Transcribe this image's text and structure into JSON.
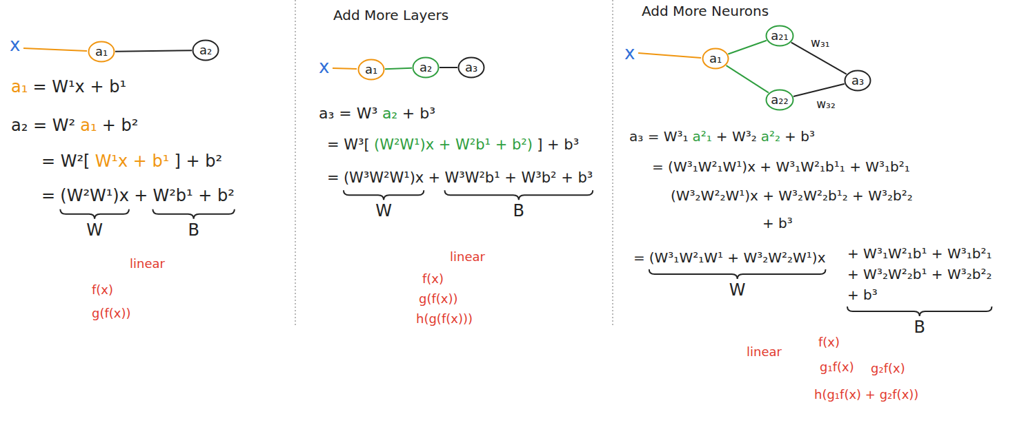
{
  "diagram": {
    "nodes": [
      {
        "text": [
          "a₁"
        ]
      },
      {
        "text": [
          "a₂"
        ]
      },
      {
        "text": [
          "a₁"
        ]
      },
      {
        "text": [
          "a₂"
        ]
      },
      {
        "text": [
          "a₃"
        ]
      },
      {
        "text": [
          "a₁"
        ]
      },
      {
        "text": [
          "a₂₁"
        ]
      },
      {
        "text": [
          "a₂₂"
        ]
      },
      {
        "text": [
          "a₃"
        ]
      }
    ],
    "edges": [
      {
        "from": 0,
        "to": 1,
        "arrow": "none"
      },
      {
        "from": 2,
        "to": 3,
        "arrow": "none"
      },
      {
        "from": 3,
        "to": 4,
        "arrow": "none"
      },
      {
        "from": 5,
        "to": 6,
        "arrow": "none"
      },
      {
        "from": 5,
        "to": 7,
        "arrow": "none"
      },
      {
        "from": 6,
        "to": 8,
        "label": "w₃₁",
        "arrow": "none"
      },
      {
        "from": 7,
        "to": 8,
        "label": "w₃₂",
        "arrow": "none"
      }
    ],
    "labels": [
      "x",
      "a₁",
      "= W¹x + b¹",
      "a₂ = W²",
      "a₁",
      "+ b²",
      "= W²[",
      "W¹x + b¹",
      "] + b²",
      "=",
      "(W²W¹)x",
      "+",
      "W²b¹ + b²",
      "W",
      "B",
      "linear",
      "f(x)",
      "g(f(x))",
      "Add More Layers",
      "x",
      "a₃ = W³",
      "a₂",
      "+ b³",
      "= W³[",
      "(W²W¹)x + W²b¹ + b²)",
      "] + b³",
      "=",
      "(W³W²W¹)x",
      "+",
      "W³W²b¹ + W³b² + b³",
      "W",
      "B",
      "linear",
      "f(x)",
      "g(f(x))",
      "h(g(f(x)))",
      "Add More Neurons",
      "x",
      "a₃ = W³₁",
      "a²₁",
      "+ W³₂",
      "a²₂",
      "+ b³",
      "= (W³₁W²₁W¹)x + W³₁W²₁b¹₁ + W³₁b²₁",
      "(W³₂W²₂W¹)x + W³₂W²₂b¹₂ + W³₂b²₂",
      "+ b³",
      "=",
      "(W³₁W²₁W¹ + W³₂W²₂W¹)x",
      "+ W³₁W²₁b¹ + W³₁b²₁",
      "+ W³₂W²₂b¹ + W³₂b²₂",
      "+ b³",
      "W",
      "B",
      "linear",
      "f(x)",
      "g₁f(x)",
      "g₂f(x)",
      "h(g₁f(x) + g₂f(x))"
    ]
  }
}
